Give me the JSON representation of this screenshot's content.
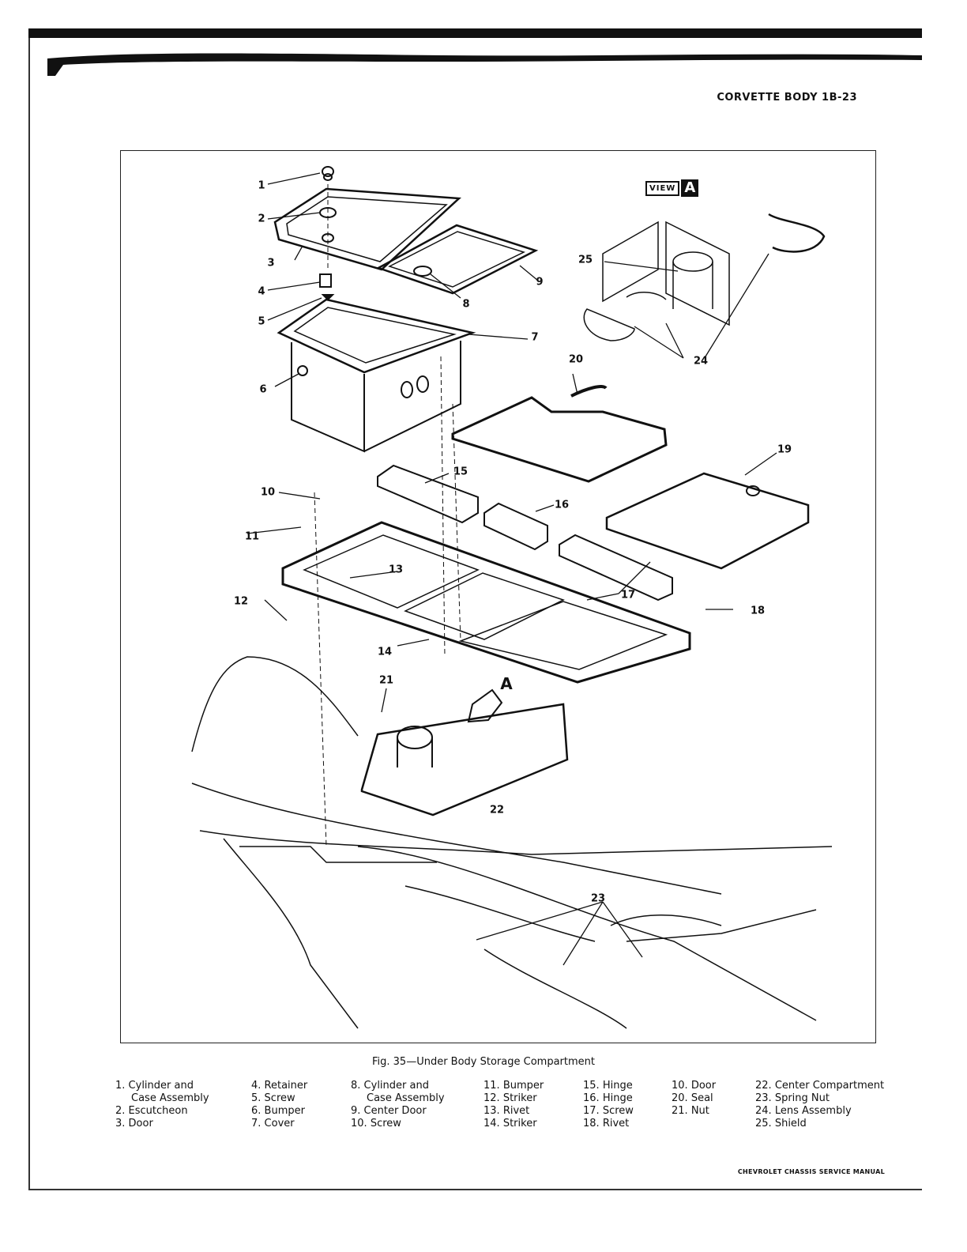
{
  "header": {
    "title": "CORVETTE BODY 1B-23"
  },
  "figure": {
    "view_label": "VIEW",
    "view_letter": "A",
    "floor_letter": "A",
    "callouts": [
      "1",
      "2",
      "3",
      "4",
      "5",
      "6",
      "7",
      "8",
      "9",
      "10",
      "11",
      "12",
      "13",
      "14",
      "15",
      "16",
      "17",
      "18",
      "19",
      "20",
      "21",
      "22",
      "23",
      "24",
      "25"
    ],
    "caption": "Fig. 35—Under Body Storage Compartment"
  },
  "legend": {
    "columns": [
      [
        {
          "num": "1.",
          "text": "Cylinder and",
          "cont": "Case Assembly"
        },
        {
          "num": "2.",
          "text": "Escutcheon"
        },
        {
          "num": "3.",
          "text": "Door"
        }
      ],
      [
        {
          "num": "4.",
          "text": "Retainer"
        },
        {
          "num": "5.",
          "text": "Screw"
        },
        {
          "num": "6.",
          "text": "Bumper"
        },
        {
          "num": "7.",
          "text": "Cover"
        }
      ],
      [
        {
          "num": "8.",
          "text": "Cylinder and",
          "cont": "Case Assembly"
        },
        {
          "num": "9.",
          "text": "Center Door"
        },
        {
          "num": "10.",
          "text": "Screw"
        }
      ],
      [
        {
          "num": "11.",
          "text": "Bumper"
        },
        {
          "num": "12.",
          "text": "Striker"
        },
        {
          "num": "13.",
          "text": "Rivet"
        },
        {
          "num": "14.",
          "text": "Striker"
        }
      ],
      [
        {
          "num": "15.",
          "text": "Hinge"
        },
        {
          "num": "16.",
          "text": "Hinge"
        },
        {
          "num": "17.",
          "text": "Screw"
        },
        {
          "num": "18.",
          "text": "Rivet"
        }
      ],
      [
        {
          "num": "10.",
          "text": "Door"
        },
        {
          "num": "20.",
          "text": "Seal"
        },
        {
          "num": "21.",
          "text": "Nut"
        }
      ],
      [
        {
          "num": "22.",
          "text": "Center Compartment"
        },
        {
          "num": "23.",
          "text": "Spring Nut"
        },
        {
          "num": "24.",
          "text": "Lens Assembly"
        },
        {
          "num": "25.",
          "text": "Shield"
        }
      ]
    ]
  },
  "footer": {
    "text": "CHEVROLET CHASSIS SERVICE MANUAL"
  }
}
